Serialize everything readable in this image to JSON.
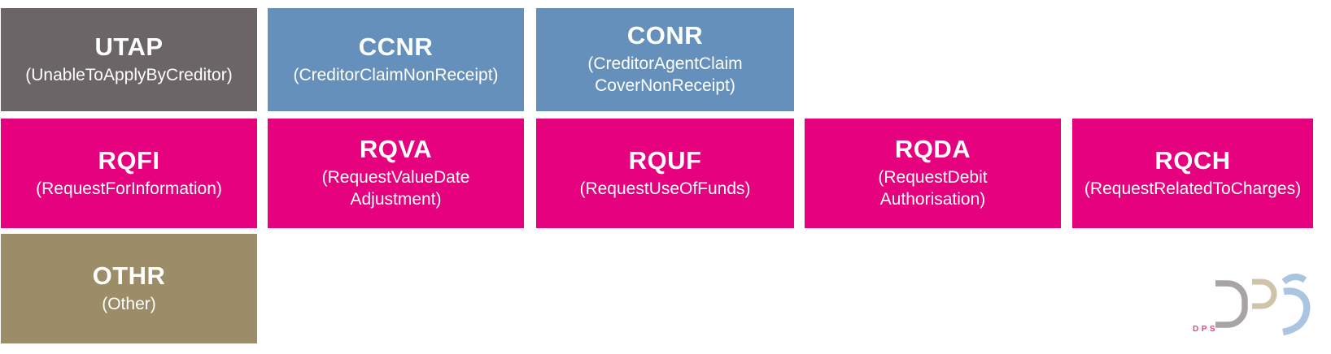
{
  "slide": {
    "description": "Grid of payment investigation message type codes"
  },
  "colors": {
    "gray": "#6b6568",
    "blue": "#6590bb",
    "pink": "#e6017e",
    "tan": "#9d8c68",
    "text": "#ffffff",
    "logo_gray": "#a7a3a7",
    "logo_tan": "#cfc3a9",
    "logo_blue": "#aac5e0",
    "logo_pink": "#e8457e"
  },
  "boxes": [
    {
      "code": "UTAP",
      "name": "(UnableToApplyByCreditor)",
      "color": "gray",
      "row": 1,
      "col": 1
    },
    {
      "code": "CCNR",
      "name": "(CreditorClaimNonReceipt)",
      "color": "blue",
      "row": 1,
      "col": 2
    },
    {
      "code": "CONR",
      "name": "(CreditorAgentClaim\nCoverNonReceipt)",
      "color": "blue",
      "row": 1,
      "col": 3
    },
    {
      "code": "RQFI",
      "name": "(RequestForInformation)",
      "color": "pink",
      "row": 2,
      "col": 1
    },
    {
      "code": "RQVA",
      "name": "(RequestValueDate\nAdjustment)",
      "color": "pink",
      "row": 2,
      "col": 2
    },
    {
      "code": "RQUF",
      "name": "(RequestUseOfFunds)",
      "color": "pink",
      "row": 2,
      "col": 3
    },
    {
      "code": "RQDA",
      "name": "(RequestDebit\nAuthorisation)",
      "color": "pink",
      "row": 2,
      "col": 4
    },
    {
      "code": "RQCH",
      "name": "(RequestRelatedToCharges)",
      "color": "pink",
      "row": 2,
      "col": 5
    },
    {
      "code": "OTHR",
      "name": "(Other)",
      "color": "tan",
      "row": 3,
      "col": 1
    }
  ],
  "logo": {
    "text": "DPS"
  }
}
